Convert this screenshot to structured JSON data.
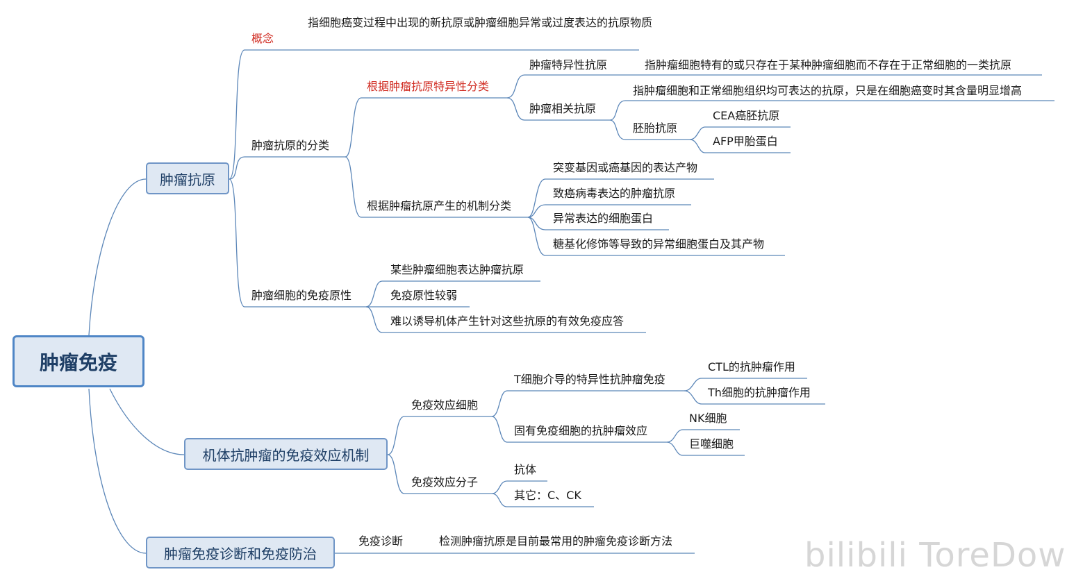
{
  "root": "肿瘤免疫",
  "branch1": {
    "title": "肿瘤抗原",
    "concept": {
      "label": "概念",
      "definition": "指细胞癌变过程中出现的新抗原或肿瘤细胞异常或过度表达的抗原物质"
    },
    "classification": {
      "label": "肿瘤抗原的分类",
      "by_specificity": {
        "label": "根据肿瘤抗原特异性分类",
        "specific": {
          "label": "肿瘤特异性抗原",
          "definition": "指肿瘤细胞特有的或只存在于某种肿瘤细胞而不存在于正常细胞的一类抗原"
        },
        "associated": {
          "label": "肿瘤相关抗原",
          "definition": "指肿瘤细胞和正常细胞组织均可表达的抗原，只是在细胞癌变时其含量明显增高",
          "embryonic": {
            "label": "胚胎抗原",
            "items": [
              "CEA癌胚抗原",
              "AFP甲胎蛋白"
            ]
          }
        }
      },
      "by_mechanism": {
        "label": "根据肿瘤抗原产生的机制分类",
        "items": [
          "突变基因或癌基因的表达产物",
          "致癌病毒表达的肿瘤抗原",
          "异常表达的细胞蛋白",
          "糖基化修饰等导致的异常细胞蛋白及其产物"
        ]
      }
    },
    "immunogenicity": {
      "label": "肿瘤细胞的免疫原性",
      "items": [
        "某些肿瘤细胞表达肿瘤抗原",
        "免疫原性较弱",
        "难以诱导机体产生针对这些抗原的有效免疫应答"
      ]
    }
  },
  "branch2": {
    "title": "机体抗肿瘤的免疫效应机制",
    "cells": {
      "label": "免疫效应细胞",
      "t_cell": {
        "label": "T细胞介导的特异性抗肿瘤免疫",
        "items": [
          "CTL的抗肿瘤作用",
          "Th细胞的抗肿瘤作用"
        ]
      },
      "innate": {
        "label": "固有免疫细胞的抗肿瘤效应",
        "items": [
          "NK细胞",
          "巨噬细胞"
        ]
      }
    },
    "molecules": {
      "label": "免疫效应分子",
      "items": [
        "抗体",
        "其它：C、CK"
      ]
    }
  },
  "branch3": {
    "title": "肿瘤免疫诊断和免疫防治",
    "diagnosis": {
      "label": "免疫诊断",
      "detail": "检测肿瘤抗原是目前最常用的肿瘤免疫诊断方法"
    }
  },
  "watermark": "bilibili ToreDown",
  "colors": {
    "line": "#5b86b8",
    "red_label": "#d02a20",
    "box_fill": "#dfe8f3",
    "box_border": "#6f95c6"
  }
}
